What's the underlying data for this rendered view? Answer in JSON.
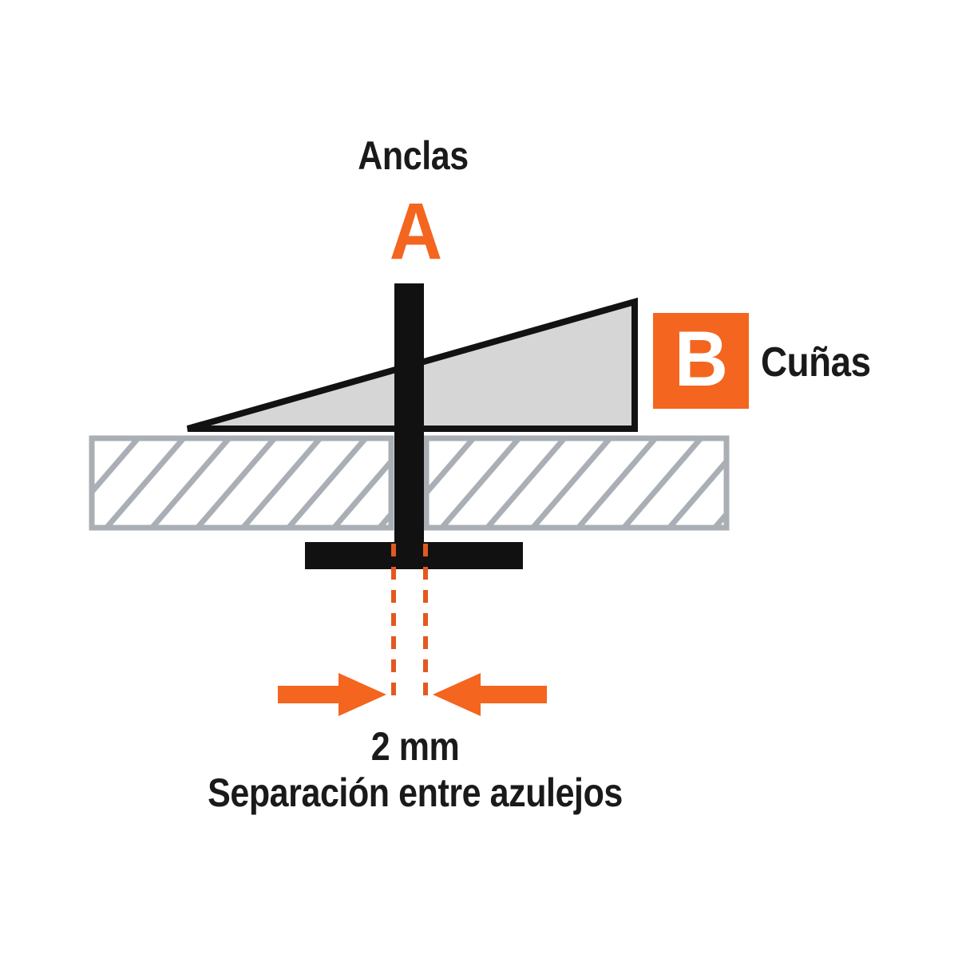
{
  "diagram": {
    "labels": {
      "anchors_title": "Anclas",
      "anchors_key": "A",
      "wedges_key": "B",
      "wedges_title": "Cuñas",
      "gap_measure": "2 mm",
      "gap_caption": "Separación entre azulejos"
    },
    "colors": {
      "orange": "#F4651F",
      "black": "#111111",
      "wedge_fill": "#D6D6D6",
      "wedge_stroke": "#121212",
      "tile_gray": "#A9AFB5",
      "background": "#FFFFFF"
    },
    "parts": [
      {
        "key": "A",
        "name": "Anclas",
        "description": "anchor-post-with-base-plate"
      },
      {
        "key": "B",
        "name": "Cuñas",
        "description": "wedge-triangle"
      }
    ],
    "measurement": {
      "value": "2 mm",
      "description": "Separación entre azulejos"
    }
  }
}
